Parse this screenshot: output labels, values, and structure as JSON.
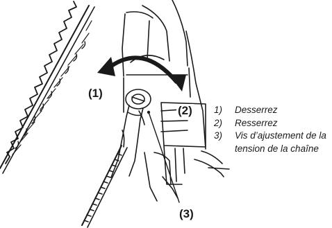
{
  "callouts": {
    "one": "(1)",
    "two": "(2)",
    "three": "(3)"
  },
  "legend": [
    {
      "number": "1)",
      "text": "Desserrez"
    },
    {
      "number": "2)",
      "text": "Resserrez"
    },
    {
      "number": "3)",
      "text": "Vis d’ajustement de la tension de la chaîne"
    }
  ],
  "colors": {
    "ink": "#1a1a1a",
    "background": "#ffffff"
  },
  "icons": {
    "rotation_arrow": "double-headed-curved-arrow-icon"
  }
}
